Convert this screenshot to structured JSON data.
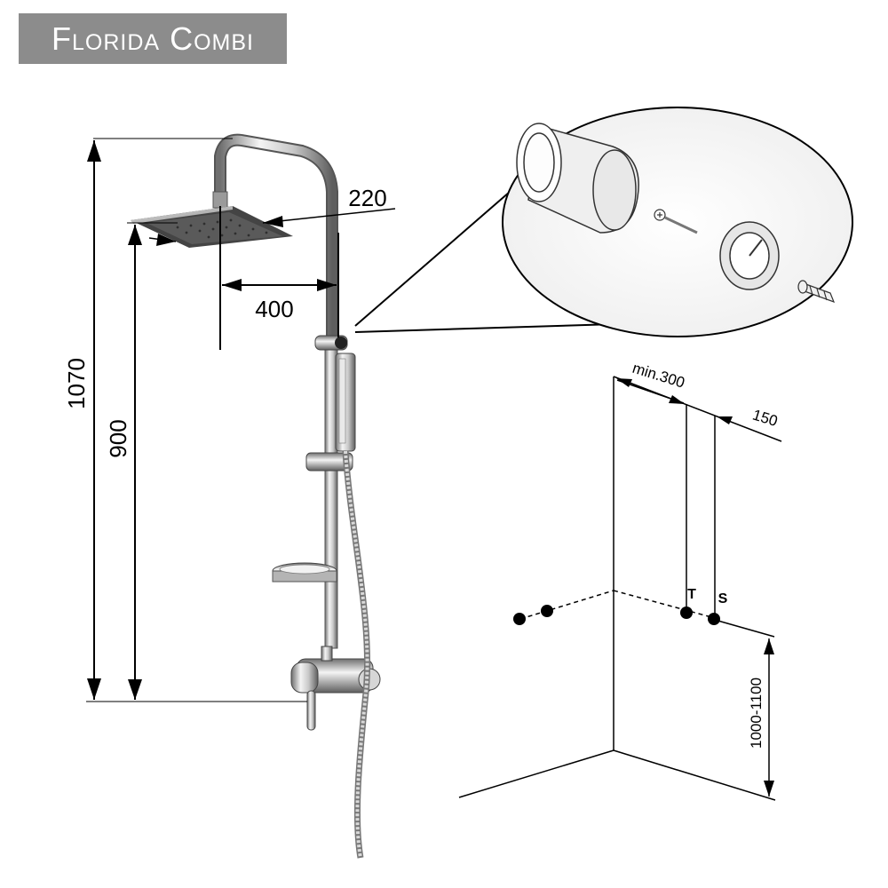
{
  "title": "Florida Combi",
  "dimensions": {
    "total_height": "1070",
    "mixer_to_head": "900",
    "head_size": "220",
    "arm_reach": "400"
  },
  "installation": {
    "min_spacing": "min.300",
    "offset": "150",
    "outlet_t": "T",
    "outlet_s": "S",
    "height_range": "1000-1100"
  },
  "colors": {
    "title_bg": "#8c8c8c",
    "title_text": "#ffffff",
    "line": "#000000",
    "chrome": "#b9b9b9"
  }
}
